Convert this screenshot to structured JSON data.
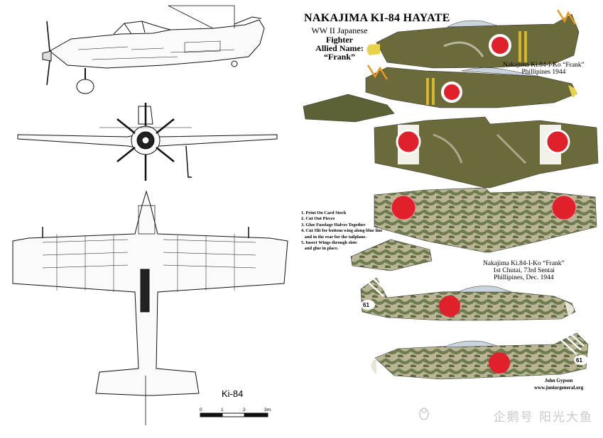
{
  "title": "NAKAJIMA KI-84 HAYATE",
  "subtitle_lines": [
    "WW II Japanese",
    "Fighter",
    "Allied Name:",
    "“Frank”"
  ],
  "profile_captions": {
    "first": [
      "Nakajima Ki.84-I-Ko “Frank”",
      "Phillipines 1944"
    ],
    "second": [
      "Nakajima Ki.84-I-Ko “Frank”",
      "1st Chutai, 73rd Sentai",
      "Phillipines, Dec. 1944"
    ]
  },
  "instructions": [
    "1. Print On Card Stock",
    "2. Cut Out Pieces",
    "3. Glue Fuselage Halves Together",
    "4. Cut Slit for bottom wing along blue line",
    "   and in the rear for the tailplane.",
    "5. Insert Wings through slots",
    "   and glue in place."
  ],
  "drawing_label": "Ki-84",
  "scale_ticks": [
    "0",
    "1",
    "2",
    "3m"
  ],
  "tail_numbers": [
    "61",
    "61"
  ],
  "credit": [
    "John Gypson",
    "www.juniorgeneral.org"
  ],
  "watermark": "企鹅号 阳光大鱼",
  "colors": {
    "camo_olive": "#6b6a3a",
    "camo_dark": "#4f5231",
    "hinomaru_red": "#e0202a",
    "band_yellow": "#d8b52a",
    "spinner": "#e8d24a",
    "canopy": "#c9d4dc",
    "mottle_green": "#6e7b4f",
    "mottle_base": "#b8b494"
  }
}
